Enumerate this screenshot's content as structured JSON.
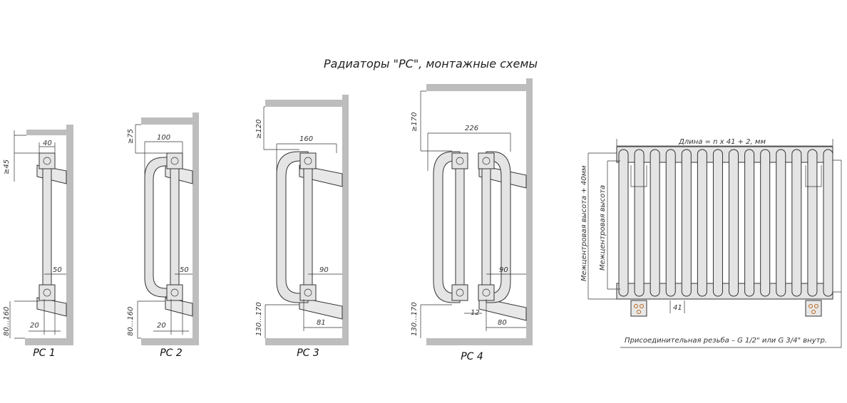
{
  "title": "Радиаторы \"РС\", монтажные схемы",
  "schemes": [
    {
      "label": "РС 1",
      "top_gap": "≥45",
      "width": "40",
      "wall_offset": "50",
      "bottom_gap": "80...160",
      "pipe_offset": "20"
    },
    {
      "label": "РС 2",
      "top_gap": "≥75",
      "width": "100",
      "wall_offset": "50",
      "bottom_gap": "80...160",
      "pipe_offset": "20"
    },
    {
      "label": "РС 3",
      "top_gap": "≥120",
      "width": "160",
      "wall_offset": "90",
      "bottom_gap": "130...170",
      "pipe_offset": "81"
    },
    {
      "label": "РС 4",
      "top_gap": "≥170",
      "width": "226",
      "wall_offset": "90",
      "bottom_gap": "130...170",
      "pipe_offset": "80",
      "pipe_gap": "12"
    }
  ],
  "front_view": {
    "length_label": "Длина = n x 41 + 2, мм",
    "height_total_label": "Межцентровая высота + 40мм",
    "height_center_label": "Межцентровая высота",
    "section_pitch": "41",
    "sections": 14,
    "thread_note": "Присоединительная резьба – G 1/2\" или G 3/4\" внутр."
  }
}
